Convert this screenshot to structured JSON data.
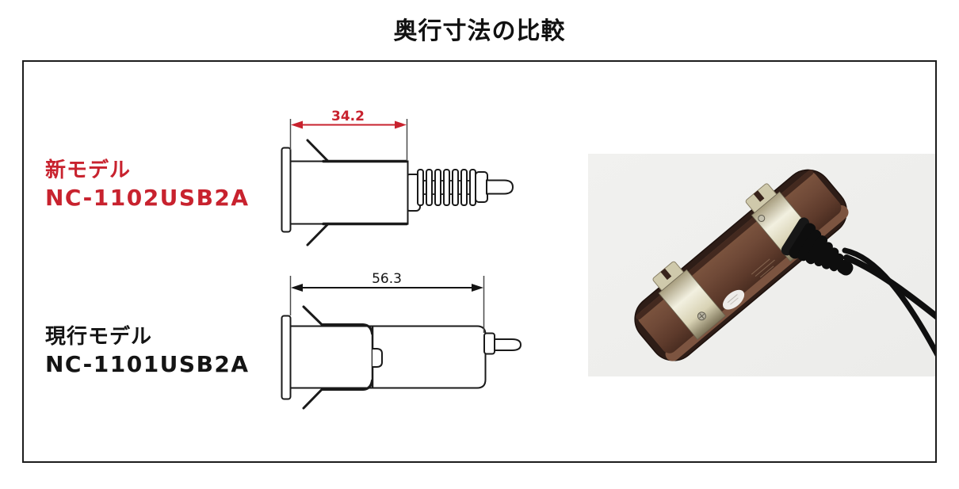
{
  "title": "奥行寸法の比較",
  "panel": {
    "new_model": {
      "label": "新モデル",
      "code": "NC-1102USB2A",
      "depth_mm": "34.2"
    },
    "current_model": {
      "label": "現行モデル",
      "code": "NC-1101USB2A",
      "depth_mm": "56.3"
    }
  },
  "colors": {
    "accent_red": "#c8222e",
    "line_black": "#1a1a1a",
    "photo_background": "#f0efed",
    "device_brown": "#6f4937",
    "metal_clip": "#e9e6d2"
  },
  "icons": {
    "dimension_arrow": "filled-triangle-arrowheads"
  }
}
